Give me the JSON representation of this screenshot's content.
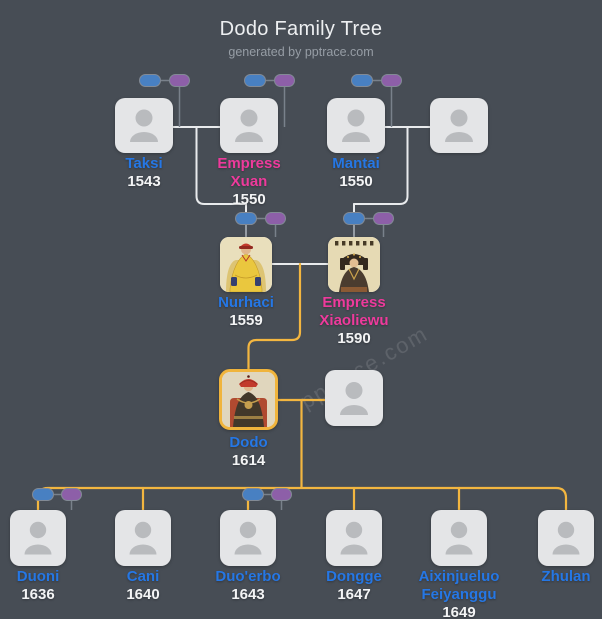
{
  "header": {
    "title": "Dodo Family Tree",
    "subtitle": "generated by pptrace.com"
  },
  "watermark": "pptrace.com",
  "colors": {
    "background": "#474d55",
    "card_gray": "#e4e5e7",
    "silhouette_gray": "#b9bbbe",
    "male_name": "#2577e5",
    "female_name": "#ee3a9c",
    "year_text": "#f3f4f5",
    "ancestor_line": "#e9ebed",
    "descendant_line": "#f3b640",
    "couple_icon_male": "#4880c2",
    "couple_icon_female": "#8d5fa8",
    "highlight_border": "#f0b43c"
  },
  "icons": {
    "male_link": "male-link-icon",
    "female_link": "female-link-icon",
    "placeholder": "person-silhouette-icon"
  },
  "people": [
    {
      "name": "Taksi",
      "year": "1543",
      "gender": "male"
    },
    {
      "name": "Empress Xuan",
      "year": "1550",
      "gender": "female"
    },
    {
      "name": "Mantai",
      "year": "1550",
      "gender": "male"
    },
    {
      "name": "",
      "gender": "unknown"
    },
    {
      "name": "Nurhaci",
      "year": "1559",
      "gender": "male",
      "portrait": "nurhaci-portrait"
    },
    {
      "name": "Empress Xiaoliewu",
      "year": "1590",
      "gender": "female",
      "portrait": "xiaoliewu-portrait"
    },
    {
      "name": "Dodo",
      "year": "1614",
      "gender": "male",
      "portrait": "dodo-portrait",
      "highlighted": true
    },
    {
      "name": "",
      "gender": "unknown"
    },
    {
      "name": "Duoni",
      "year": "1636",
      "gender": "male"
    },
    {
      "name": "Cani",
      "year": "1640",
      "gender": "male"
    },
    {
      "name": "Duo'erbo",
      "year": "1643",
      "gender": "male"
    },
    {
      "name": "Dongge",
      "year": "1647",
      "gender": "male"
    },
    {
      "name": "Aixinjueluo Feiyanggu",
      "year": "1649",
      "gender": "male"
    },
    {
      "name": "Zhulan",
      "gender": "male"
    }
  ]
}
